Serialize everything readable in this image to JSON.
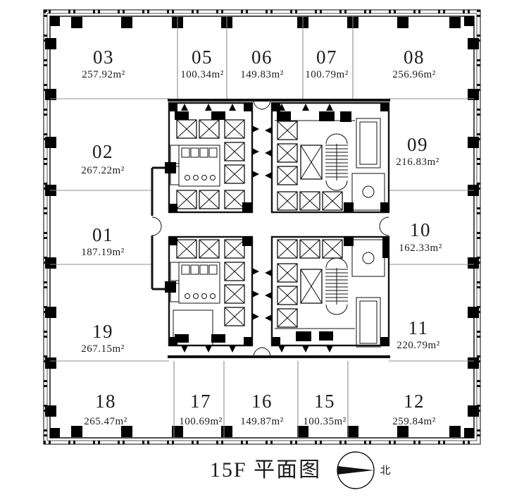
{
  "title": "15F 平面图",
  "compass": {
    "label": "北"
  },
  "units": [
    {
      "number": "01",
      "area": "187.19m²"
    },
    {
      "number": "02",
      "area": "267.22m²"
    },
    {
      "number": "03",
      "area": "257.92m²"
    },
    {
      "number": "05",
      "area": "100.34m²"
    },
    {
      "number": "06",
      "area": "149.83m²"
    },
    {
      "number": "07",
      "area": "100.79m²"
    },
    {
      "number": "08",
      "area": "256.96m²"
    },
    {
      "number": "09",
      "area": "216.83m²"
    },
    {
      "number": "10",
      "area": "162.33m²"
    },
    {
      "number": "11",
      "area": "220.79m²"
    },
    {
      "number": "12",
      "area": "259.84m²"
    },
    {
      "number": "15",
      "area": "100.35m²"
    },
    {
      "number": "16",
      "area": "149.87m²"
    },
    {
      "number": "17",
      "area": "100.69m²"
    },
    {
      "number": "18",
      "area": "265.47m²"
    },
    {
      "number": "19",
      "area": "267.15m²"
    }
  ],
  "colors": {
    "line": "#111111",
    "divider": "#8f8f8f",
    "label": "#1c1c1c"
  }
}
